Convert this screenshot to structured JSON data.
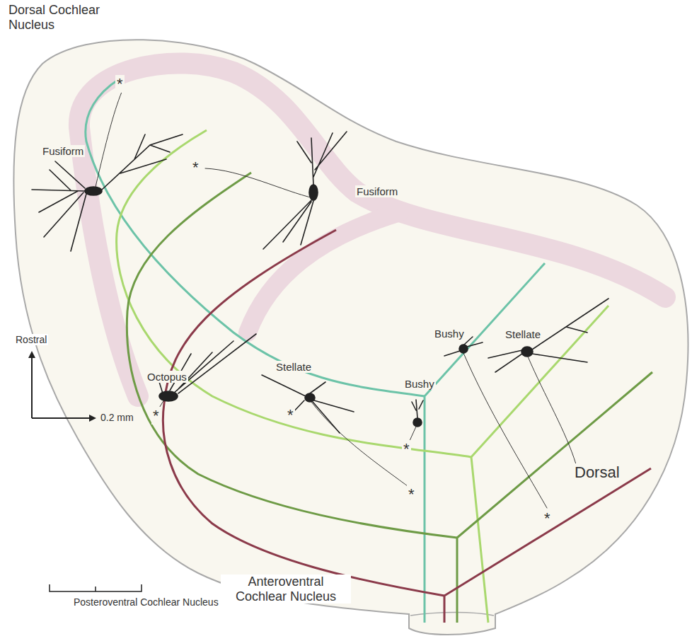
{
  "diagram": {
    "labels": [
      "Dorsal Cochlear Nucleus",
      "*",
      "Fusiform",
      "*",
      "Fusiform",
      "Octopus",
      "*",
      "Stellate",
      "*",
      "Bushy",
      "*",
      "Bushy",
      "*",
      "Stellate",
      "*",
      "Dorsal",
      "Rostral",
      "0.2 mm",
      "Posteroventral Cochlear Nucleus",
      "Anteroventral Cochlear Nucleus"
    ]
  }
}
